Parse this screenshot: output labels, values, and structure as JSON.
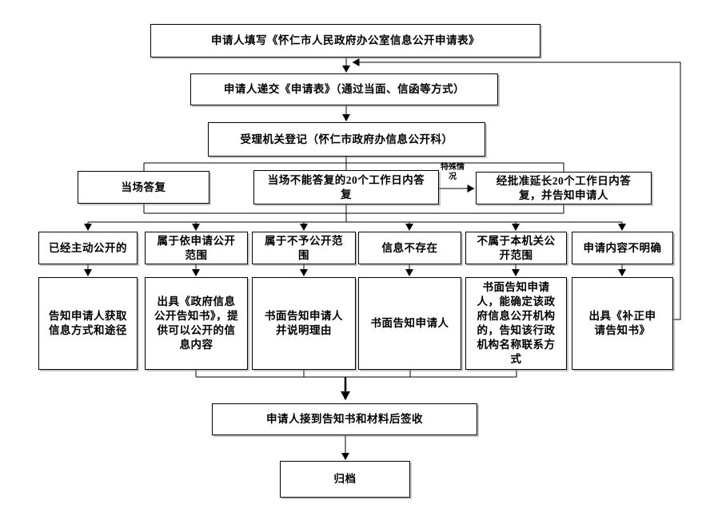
{
  "diagram": {
    "nodes": {
      "fill_form": {
        "label": "申请人填写《怀仁市人民政府办公室信息公开申请表》"
      },
      "submit_form": {
        "label": "申请人递交《申请表》（通过当面、信函等方式）"
      },
      "register": {
        "label": "受理机关登记（怀仁市政府办信息公开科）"
      },
      "reply_onsite": {
        "label": "当场答复"
      },
      "reply_in_20_days": {
        "label": "当场不能答复的20个工作日内答复"
      },
      "reply_extended": {
        "label": "经批准延长20个工作日内答复，并告知申请人"
      },
      "case_already_public": {
        "label": "已经主动公开的"
      },
      "case_within_request_scope": {
        "label": "属于依申请公开范围"
      },
      "case_not_to_be_public": {
        "label": "属于不予公开范围"
      },
      "case_info_not_exist": {
        "label": "信息不存在"
      },
      "case_not_this_org": {
        "label": "不属于本机关公开范围"
      },
      "case_unclear_request": {
        "label": "申请内容不明确"
      },
      "action_inform_how_to_obtain": {
        "label": "告知申请人获取信息方式和途径"
      },
      "action_issue_disclosure_notice": {
        "label": "出具《政府信息公开告知书》，提供可以公开的信息内容"
      },
      "action_written_reply_with_reason": {
        "label": "书面告知申请人并说明理由"
      },
      "action_written_reply": {
        "label": "书面告知申请人"
      },
      "action_written_reply_refer_org": {
        "label": "书面告知申请人，能确定该政府信息公开机构的，告知该行政机构名称联系方式"
      },
      "action_issue_supplement_notice": {
        "label": "出具《补正申请告知书》"
      },
      "sign_receipt": {
        "label": "申请人接到告知书和材料后签收"
      },
      "archive": {
        "label": "归档"
      }
    },
    "edge_labels": {
      "special_case": "特殊情况"
    },
    "colors": {
      "background": "#ffffff",
      "border": "#000000",
      "line": "#000000",
      "text": "#000000",
      "shadow": "#828282"
    }
  }
}
